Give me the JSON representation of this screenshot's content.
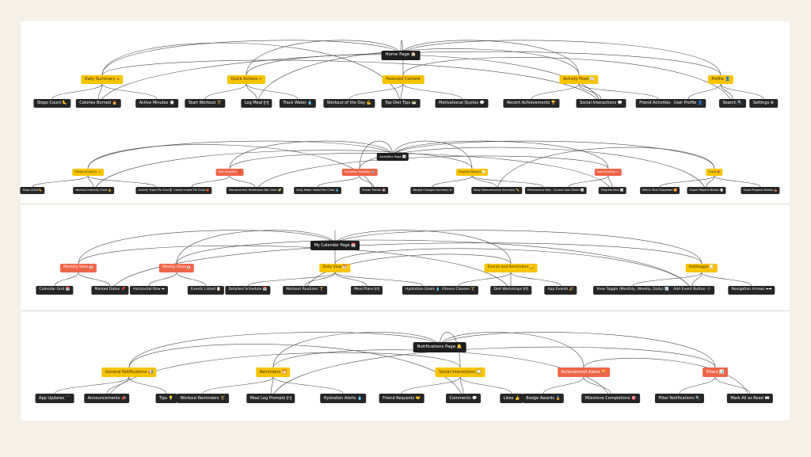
{
  "colors": {
    "yellow": "#f7c400",
    "red": "#ee6548",
    "dark": "#262626",
    "line": "#4a4a4a"
  },
  "home": {
    "root": "Home Page 🏠",
    "categories": [
      {
        "label": "Daily Summary ☕",
        "color": "yellow",
        "children": [
          "Steps Count 🦶",
          "Calories Burned 🔥",
          "Active Minutes ⌚"
        ]
      },
      {
        "label": "Quick Actions ⚡",
        "color": "yellow",
        "children": [
          "Start Workout 🏋",
          "Log Meal 🍽",
          "Track Water 💧"
        ]
      },
      {
        "label": "Featured Content",
        "color": "yellow",
        "children": [
          "Workout of the Day 💪",
          "Top Diet Tips 🥗",
          "Motivational Quotes 💬"
        ]
      },
      {
        "label": "Activity Feed 📰",
        "color": "yellow",
        "children": [
          "Recent Achievements 🏆",
          "Social Interactions 💬",
          "Friend Activities ✨"
        ]
      },
      {
        "label": "Profile 👤",
        "color": "yellow",
        "children": [
          "User Profile 👤",
          "Search 🔍",
          "Settings ⚙"
        ]
      }
    ]
  },
  "analytics": {
    "root": "Analytics Page 📊",
    "categories": [
      {
        "label": "Fitness Analytics 🏃",
        "color": "yellow",
        "children": [
          "Steps Chart 🦶",
          "Workout Intensity Chart 💪",
          "Activity Types Pie Chart 📊"
        ]
      },
      {
        "label": "Diet Analytics 🍎",
        "color": "red",
        "children": [
          "Calorie Intake Pie Chart 🍎",
          "Macronutrient Breakdown Bar Chart 🥑"
        ]
      },
      {
        "label": "Hydration Analytics 💧",
        "color": "red",
        "children": [
          "Daily Water Intake Bar Chart 💧",
          "Streak Tracker 📅"
        ]
      },
      {
        "label": "Progress Reports 📈",
        "color": "yellow",
        "children": [
          "Weight Changes Summary ⚖",
          "Body Measurements Summary 📏",
          "Performance Metrics 🚀"
        ]
      },
      {
        "label": "Goal Tracking 🎯",
        "color": "red",
        "children": [
          "Current Goal Status 📊",
          "Progress Bars 📊"
        ]
      },
      {
        "label": "Share 📤",
        "color": "yellow",
        "children": [
          "Metric Filter Dropdown 🔽",
          "Export Reports Button 📄",
          "Share Progress Button 📤"
        ]
      }
    ]
  },
  "calendar": {
    "root": "My Calendar Page 📅",
    "categories": [
      {
        "label": "Monthly View 📅",
        "color": "red",
        "children": [
          "Calendar Grid 📅",
          "Marked Dates 📌"
        ]
      },
      {
        "label": "Weekly View 📅",
        "color": "red",
        "children": [
          "Horizontal Row ➡",
          "Events Listed 📋"
        ]
      },
      {
        "label": "Daily View 📆",
        "color": "yellow",
        "children": [
          "Detailed Schedule 📅",
          "Workout Routines 🏋",
          "Meal Plans 🍽",
          "Hydration Goals 💧"
        ]
      },
      {
        "label": "Events and Reminders 🔔",
        "color": "yellow",
        "children": [
          "Fitness Classes 🏋",
          "Diet Workshops 🍽",
          "App Events 🎉"
        ]
      },
      {
        "label": "Add/toggle 📝",
        "color": "yellow",
        "children": [
          "View Toggle (Monthly, Weekly, Daily) 🔄",
          "Add Event Button ➕",
          "Navigation Arrows ⬅➡"
        ]
      }
    ]
  },
  "notifications": {
    "root": "Notifications Page 🔔",
    "categories": [
      {
        "label": "General Notifications 📢",
        "color": "yellow",
        "children": [
          "App Updates 📱",
          "Announcements 📣",
          "Tips 💡"
        ]
      },
      {
        "label": "Reminders ⏰",
        "color": "yellow",
        "children": [
          "Workout Reminders 🏋",
          "Meal Log Prompts 🍽",
          "Hydration Alerts 💧"
        ]
      },
      {
        "label": "Social Interactions 💬",
        "color": "yellow",
        "children": [
          "Friend Requests 🤝",
          "Comments 💬",
          "Likes 👍"
        ]
      },
      {
        "label": "Achievement Alerts 🏆",
        "color": "red",
        "children": [
          "Badge Awards 🏅",
          "Milestone Completions 🎯"
        ]
      },
      {
        "label": "Filters 📊",
        "color": "red",
        "children": [
          "Filter Notifications 🔍",
          "Mark All as Read 📖"
        ]
      }
    ]
  }
}
